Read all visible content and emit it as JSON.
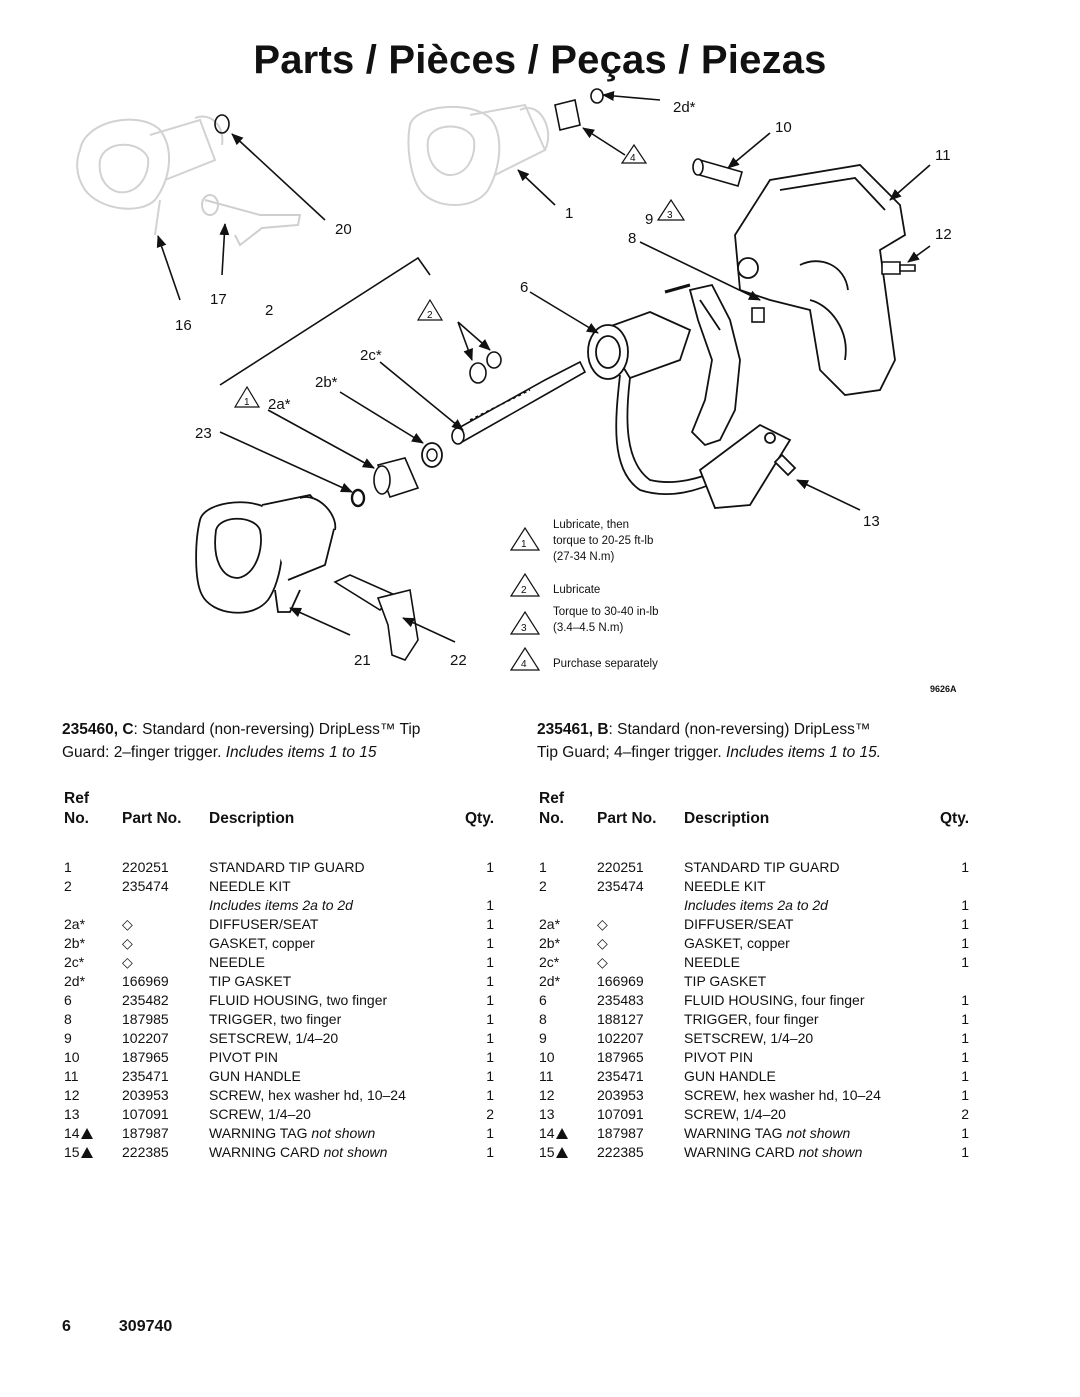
{
  "title": "Parts / Pièces / Peças / Piezas",
  "diagram": {
    "callouts": [
      "2d*",
      "10",
      "11",
      "4",
      "1",
      "9",
      "3",
      "8",
      "12",
      "20",
      "17",
      "2",
      "16",
      "6",
      "2",
      "2c*",
      "2b*",
      "2a*",
      "1",
      "23",
      "13",
      "21",
      "22"
    ],
    "notes": [
      {
        "num": "1",
        "lines": [
          "Lubricate, then",
          "torque to 20-25 ft-lb",
          "(27-34 N.m)"
        ]
      },
      {
        "num": "2",
        "lines": [
          "Lubricate"
        ]
      },
      {
        "num": "3",
        "lines": [
          "Torque to 30-40 in-lb",
          "(3.4–4.5 N.m)"
        ]
      },
      {
        "num": "4",
        "lines": [
          "Purchase separately"
        ]
      }
    ],
    "figure_id": "9626A"
  },
  "kits": [
    {
      "number": "235460, C",
      "desc_a": ": Standard (non-reversing) DripLess™ Tip",
      "desc_b": "Guard: 2–finger trigger. ",
      "includes": "Includes items 1 to 15",
      "headers": {
        "ref": "Ref",
        "no": "No.",
        "part": "Part No.",
        "desc": "Description",
        "qty": "Qty."
      },
      "rows": [
        {
          "ref": "1",
          "part": "220251",
          "desc": "STANDARD TIP GUARD",
          "qty": "1"
        },
        {
          "ref": "2",
          "part": "235474",
          "desc": "NEEDLE KIT",
          "qty": ""
        },
        {
          "ref": "",
          "part": "",
          "desc": "Includes items 2a to 2d",
          "qty": "1",
          "italic": true
        },
        {
          "ref": "2a*",
          "part": "◇",
          "desc": "DIFFUSER/SEAT",
          "qty": "1"
        },
        {
          "ref": "2b*",
          "part": "◇",
          "desc": "GASKET, copper",
          "qty": "1"
        },
        {
          "ref": "2c*",
          "part": "◇",
          "desc": "NEEDLE",
          "qty": "1"
        },
        {
          "ref": "2d*",
          "part": "166969",
          "desc": "TIP GASKET",
          "qty": "1"
        },
        {
          "ref": "6",
          "part": "235482",
          "desc": "FLUID HOUSING, two finger",
          "qty": "1"
        },
        {
          "ref": "8",
          "part": "187985",
          "desc": "TRIGGER, two finger",
          "qty": "1"
        },
        {
          "ref": "9",
          "part": "102207",
          "desc": "SETSCREW, 1/4–20",
          "qty": "1"
        },
        {
          "ref": "10",
          "part": "187965",
          "desc": "PIVOT PIN",
          "qty": "1"
        },
        {
          "ref": "11",
          "part": "235471",
          "desc": "GUN HANDLE",
          "qty": "1"
        },
        {
          "ref": "12",
          "part": "203953",
          "desc": "SCREW, hex washer hd, 10–24",
          "qty": "1"
        },
        {
          "ref": "13",
          "part": "107091",
          "desc": "SCREW, 1/4–20",
          "qty": "2"
        },
        {
          "ref": "14",
          "part": "187987",
          "desc": "WARNING TAG",
          "desc_italic": " not shown",
          "qty": "1",
          "warn": true
        },
        {
          "ref": "15",
          "part": "222385",
          "desc": "WARNING CARD",
          "desc_italic": " not shown",
          "qty": "1",
          "warn": true
        }
      ]
    },
    {
      "number": "235461, B",
      "desc_a": ": Standard (non-reversing) DripLess™",
      "desc_b": "Tip Guard; 4–finger trigger. ",
      "includes": "Includes items 1 to 15.",
      "headers": {
        "ref": "Ref",
        "no": "No.",
        "part": "Part No.",
        "desc": "Description",
        "qty": "Qty."
      },
      "rows": [
        {
          "ref": "1",
          "part": "220251",
          "desc": "STANDARD TIP GUARD",
          "qty": "1"
        },
        {
          "ref": "2",
          "part": "235474",
          "desc": "NEEDLE KIT",
          "qty": ""
        },
        {
          "ref": "",
          "part": "",
          "desc": "Includes items 2a to 2d",
          "qty": "1",
          "italic": true
        },
        {
          "ref": "2a*",
          "part": "◇",
          "desc": "DIFFUSER/SEAT",
          "qty": "1"
        },
        {
          "ref": "2b*",
          "part": "◇",
          "desc": "GASKET, copper",
          "qty": "1"
        },
        {
          "ref": "2c*",
          "part": "◇",
          "desc": "NEEDLE",
          "qty": "1"
        },
        {
          "ref": "2d*",
          "part": "166969",
          "desc": "TIP GASKET",
          "qty": ""
        },
        {
          "ref": "6",
          "part": "235483",
          "desc": "FLUID HOUSING, four finger",
          "qty": "1"
        },
        {
          "ref": "8",
          "part": "188127",
          "desc": "TRIGGER, four finger",
          "qty": "1"
        },
        {
          "ref": "9",
          "part": "102207",
          "desc": "SETSCREW, 1/4–20",
          "qty": "1"
        },
        {
          "ref": "10",
          "part": "187965",
          "desc": "PIVOT PIN",
          "qty": "1"
        },
        {
          "ref": "11",
          "part": "235471",
          "desc": "GUN HANDLE",
          "qty": "1"
        },
        {
          "ref": "12",
          "part": "203953",
          "desc": "SCREW, hex washer hd, 10–24",
          "qty": "1"
        },
        {
          "ref": "13",
          "part": "107091",
          "desc": "SCREW, 1/4–20",
          "qty": "2"
        },
        {
          "ref": "14",
          "part": "187987",
          "desc": "WARNING TAG",
          "desc_italic": " not shown",
          "qty": "1",
          "warn": true
        },
        {
          "ref": "15",
          "part": "222385",
          "desc": "WARNING CARD",
          "desc_italic": " not shown",
          "qty": "1",
          "warn": true
        }
      ]
    }
  ],
  "footer": {
    "page": "6",
    "doc": "309740"
  }
}
